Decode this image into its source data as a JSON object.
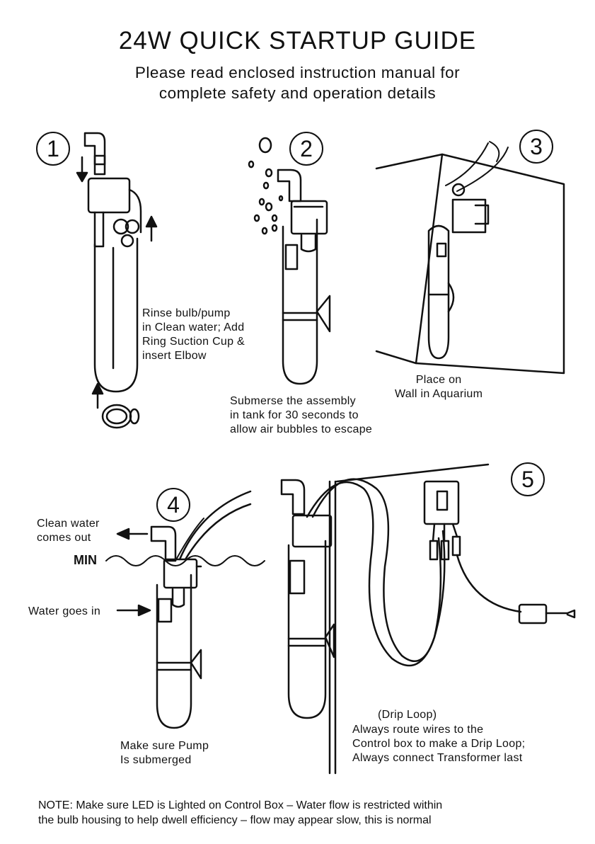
{
  "header": {
    "title": "24W QUICK STARTUP GUIDE",
    "subtitle": "Please read enclosed instruction manual for\ncomplete safety and operation details"
  },
  "steps": [
    {
      "number": "1",
      "caption": "Rinse bulb/pump\nin Clean water; Add\nRing Suction Cup &\ninsert Elbow"
    },
    {
      "number": "2",
      "caption": "Submerse the assembly\nin tank for 30 seconds to\nallow air bubbles to escape"
    },
    {
      "number": "3",
      "caption": "Place on\nWall in Aquarium"
    },
    {
      "number": "4",
      "caption": "Make sure Pump\nIs submerged",
      "labels": {
        "clean_water": "Clean water\ncomes out",
        "water_in": "Water goes in",
        "min": "MIN"
      }
    },
    {
      "number": "5",
      "drip_loop": "(Drip Loop)",
      "caption": "Always route wires to the\nControl box to make a Drip Loop;\nAlways connect Transformer last"
    }
  ],
  "footer": {
    "note": "NOTE: Make sure  LED is Lighted on Control Box – Water flow is restricted within\nthe bulb housing to help dwell efficiency – flow may appear slow, this is normal"
  }
}
